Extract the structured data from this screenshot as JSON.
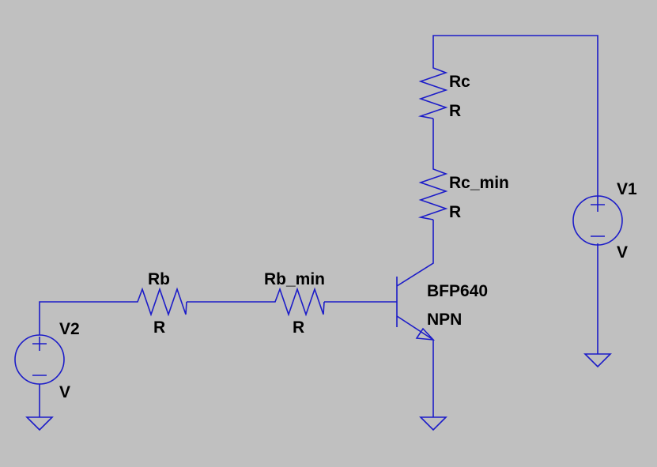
{
  "schematic": {
    "wire_color": "#1c1cc8",
    "background_color": "#c0c0c0",
    "components": {
      "rc": {
        "name": "Rc",
        "value": "R"
      },
      "rc_min": {
        "name": "Rc_min",
        "value": "R"
      },
      "rb": {
        "name": "Rb",
        "value": "R"
      },
      "rb_min": {
        "name": "Rb_min",
        "value": "R"
      },
      "q1": {
        "model": "BFP640",
        "type": "NPN"
      },
      "v1": {
        "name": "V1",
        "value": "V"
      },
      "v2": {
        "name": "V2",
        "value": "V"
      }
    },
    "symbols": {
      "resistor": "zigzag-resistor-icon",
      "voltage_source": "voltage-source-icon",
      "ground": "ground-icon",
      "transistor": "npn-transistor-icon"
    }
  }
}
